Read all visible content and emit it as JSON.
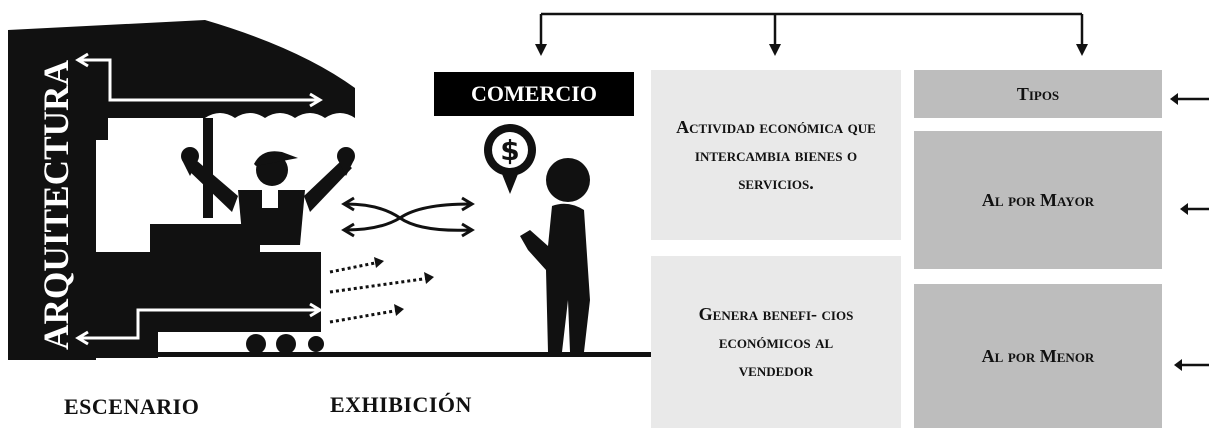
{
  "illustration": {
    "vertical_title": "ARQUITECTURA"
  },
  "captions": {
    "escenario": "ESCENARIO",
    "exhibicion": "EXHIBICIÓN"
  },
  "comercio": {
    "label": "COMERCIO"
  },
  "definition": {
    "text": "Actividad económica que intercambia bienes o servicios."
  },
  "benefits": {
    "text": "Genera benefi- cios económicos al vendedor"
  },
  "types": {
    "header": "Tipos",
    "wholesale": "Al por Mayor",
    "retail": "Al por Menor"
  },
  "colors": {
    "ink": "#111111",
    "light_box": "#e9e9e9",
    "mid_box": "#bdbdbd",
    "label_bg": "#000000"
  }
}
